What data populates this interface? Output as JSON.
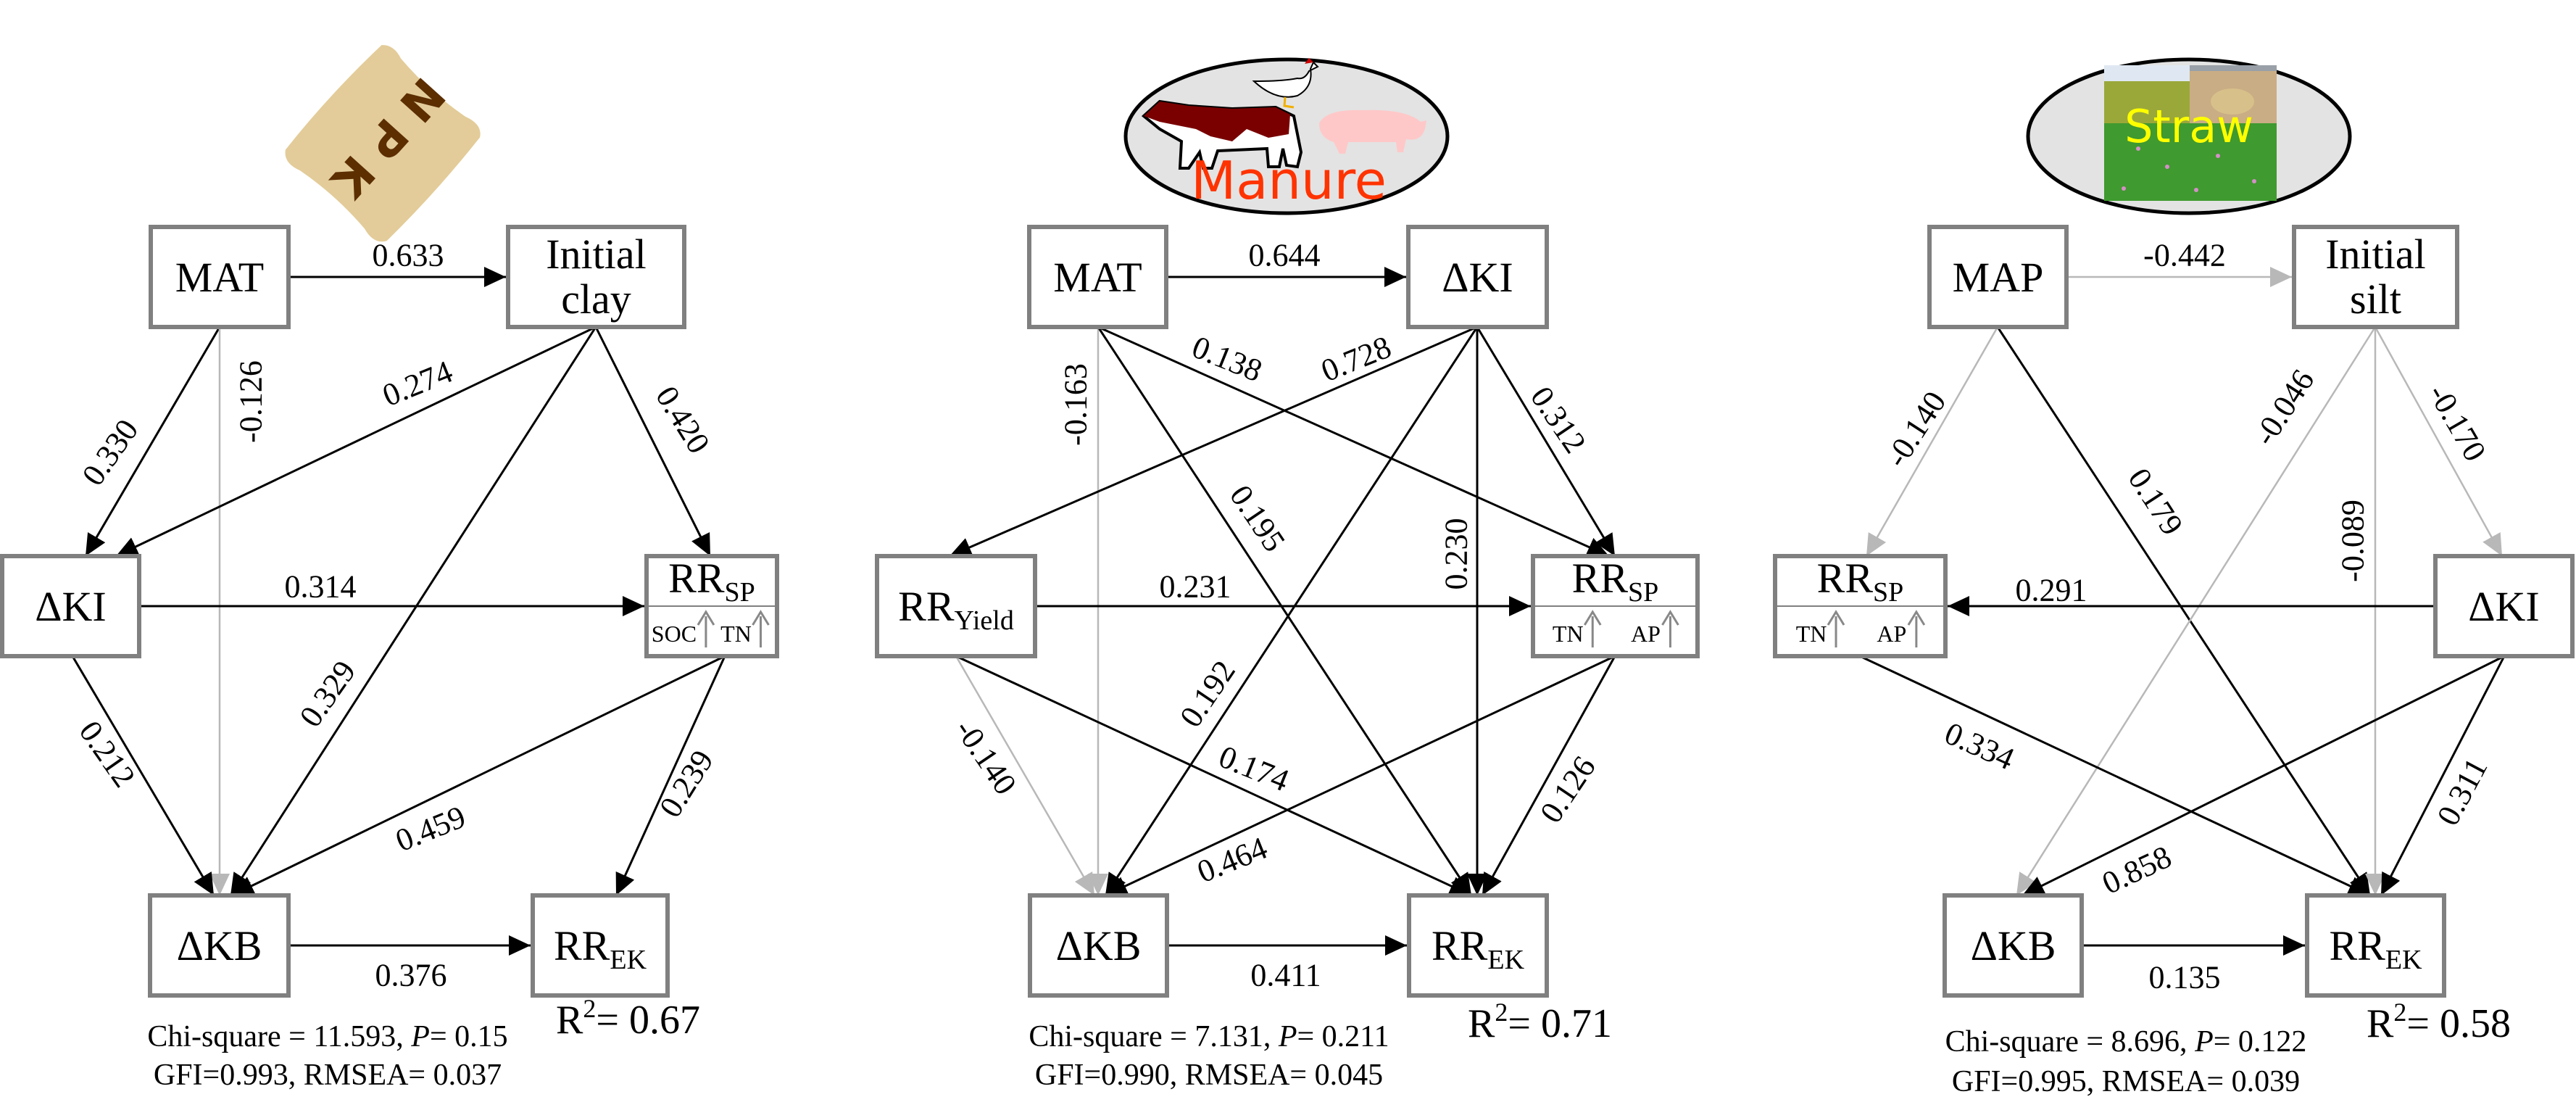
{
  "colors": {
    "significant": "#000000",
    "nonsignificant": "#b8b8b8",
    "box_border": "#808080"
  },
  "panels": [
    {
      "id": "npk",
      "logo": {
        "text": "NPK",
        "bag_color": "#e3cc99",
        "text_color": "#5c2e00"
      },
      "nodes": [
        {
          "id": "MAT",
          "label": "MAT"
        },
        {
          "id": "clay",
          "label": "Initial",
          "label2": "clay"
        },
        {
          "id": "KI",
          "label": "ΔKI"
        },
        {
          "id": "SP",
          "label": "RR",
          "sub": "SP",
          "items": [
            "SOC",
            "TN"
          ]
        },
        {
          "id": "KB",
          "label": "ΔKB"
        },
        {
          "id": "EK",
          "label": "RR",
          "sub": "EK"
        }
      ],
      "edges": [
        {
          "from": "MAT",
          "to": "clay",
          "value": "0.633",
          "color": "#000000"
        },
        {
          "from": "MAT",
          "to": "KI",
          "value": "0.330",
          "color": "#000000"
        },
        {
          "from": "MAT",
          "to": "KB",
          "value": "-0.126",
          "color": "#b8b8b8"
        },
        {
          "from": "clay",
          "to": "KI",
          "value": "0.274",
          "color": "#000000"
        },
        {
          "from": "clay",
          "to": "KB",
          "value": "0.329",
          "color": "#000000"
        },
        {
          "from": "clay",
          "to": "SP",
          "value": "0.420",
          "color": "#000000"
        },
        {
          "from": "KI",
          "to": "SP",
          "value": "0.314",
          "color": "#000000"
        },
        {
          "from": "KI",
          "to": "KB",
          "value": "0.212",
          "color": "#000000"
        },
        {
          "from": "SP",
          "to": "KB",
          "value": "0.459",
          "color": "#000000"
        },
        {
          "from": "SP",
          "to": "EK",
          "value": "0.239",
          "color": "#000000"
        },
        {
          "from": "KB",
          "to": "EK",
          "value": "0.376",
          "color": "#000000"
        }
      ],
      "r2": {
        "label": "R",
        "sup": "2",
        "value": "= 0.67"
      },
      "fit": {
        "chi": "Chi-square = 11.593, ",
        "p_label": "P",
        "p_value": "= 0.15",
        "line2": "GFI=0.993, RMSEA= 0.037"
      }
    },
    {
      "id": "manure",
      "logo": {
        "text": "Manure",
        "text_color": "#ff3300",
        "bg_color": "#e3e3e3"
      },
      "nodes": [
        {
          "id": "MAT",
          "label": "MAT"
        },
        {
          "id": "KI",
          "label": "ΔKI"
        },
        {
          "id": "Yield",
          "label": "RR",
          "sub": "Yield"
        },
        {
          "id": "SP",
          "label": "RR",
          "sub": "SP",
          "items": [
            "TN",
            "AP"
          ]
        },
        {
          "id": "KB",
          "label": "ΔKB"
        },
        {
          "id": "EK",
          "label": "RR",
          "sub": "EK"
        }
      ],
      "edges": [
        {
          "from": "MAT",
          "to": "KI",
          "value": "0.644",
          "color": "#000000"
        },
        {
          "from": "MAT",
          "to": "KB",
          "value": "-0.163",
          "color": "#b8b8b8"
        },
        {
          "from": "MAT",
          "to": "SP",
          "value": "0.138",
          "color": "#000000"
        },
        {
          "from": "MAT",
          "to": "EK",
          "value": "0.195",
          "color": "#000000"
        },
        {
          "from": "KI",
          "to": "Yield",
          "value": "0.728",
          "color": "#000000"
        },
        {
          "from": "KI",
          "to": "KB",
          "value": "0.192",
          "color": "#000000"
        },
        {
          "from": "KI",
          "to": "EK",
          "value": "0.230",
          "color": "#000000"
        },
        {
          "from": "KI",
          "to": "SP",
          "value": "0.312",
          "color": "#000000"
        },
        {
          "from": "Yield",
          "to": "SP",
          "value": "0.231",
          "color": "#000000"
        },
        {
          "from": "Yield",
          "to": "KB",
          "value": "-0.140",
          "color": "#b8b8b8"
        },
        {
          "from": "Yield",
          "to": "EK",
          "value": "0.174",
          "color": "#000000"
        },
        {
          "from": "SP",
          "to": "KB",
          "value": "0.464",
          "color": "#000000"
        },
        {
          "from": "SP",
          "to": "EK",
          "value": "0.126",
          "color": "#000000"
        },
        {
          "from": "KB",
          "to": "EK",
          "value": "0.411",
          "color": "#000000"
        }
      ],
      "r2": {
        "label": "R",
        "sup": "2",
        "value": "= 0.71"
      },
      "fit": {
        "chi": "Chi-square = 7.131, ",
        "p_label": "P",
        "p_value": "= 0.211",
        "line2": "GFI=0.990, RMSEA= 0.045"
      }
    },
    {
      "id": "straw",
      "logo": {
        "text": "Straw",
        "text_color": "#ffff00",
        "bg_color": "#e3e3e3"
      },
      "nodes": [
        {
          "id": "MAP",
          "label": "MAP"
        },
        {
          "id": "silt",
          "label": "Initial",
          "label2": "silt"
        },
        {
          "id": "SP",
          "label": "RR",
          "sub": "SP",
          "items": [
            "TN",
            "AP"
          ]
        },
        {
          "id": "KI",
          "label": "ΔKI"
        },
        {
          "id": "KB",
          "label": "ΔKB"
        },
        {
          "id": "EK",
          "label": "RR",
          "sub": "EK"
        }
      ],
      "edges": [
        {
          "from": "MAP",
          "to": "silt",
          "value": "-0.442",
          "color": "#b8b8b8"
        },
        {
          "from": "MAP",
          "to": "SP",
          "value": "-0.140",
          "color": "#b8b8b8"
        },
        {
          "from": "MAP",
          "to": "EK",
          "value": "0.179",
          "color": "#000000"
        },
        {
          "from": "silt",
          "to": "KB",
          "value": "-0.046",
          "color": "#b8b8b8"
        },
        {
          "from": "silt",
          "to": "EK",
          "value": "-0.089",
          "color": "#b8b8b8"
        },
        {
          "from": "silt",
          "to": "KI",
          "value": "-0.170",
          "color": "#b8b8b8"
        },
        {
          "from": "KI",
          "to": "SP",
          "value": "0.291",
          "color": "#000000"
        },
        {
          "from": "SP",
          "to": "EK",
          "value": "0.334",
          "color": "#000000"
        },
        {
          "from": "KI",
          "to": "KB",
          "value": "0.858",
          "color": "#000000"
        },
        {
          "from": "KI",
          "to": "EK",
          "value": "0.311",
          "color": "#000000"
        },
        {
          "from": "KB",
          "to": "EK",
          "value": "0.135",
          "color": "#000000"
        }
      ],
      "r2": {
        "label": "R",
        "sup": "2",
        "value": "= 0.58"
      },
      "fit": {
        "chi": "Chi-square = 8.696, ",
        "p_label": "P",
        "p_value": "= 0.122",
        "line2": "GFI=0.995, RMSEA= 0.039"
      }
    }
  ]
}
